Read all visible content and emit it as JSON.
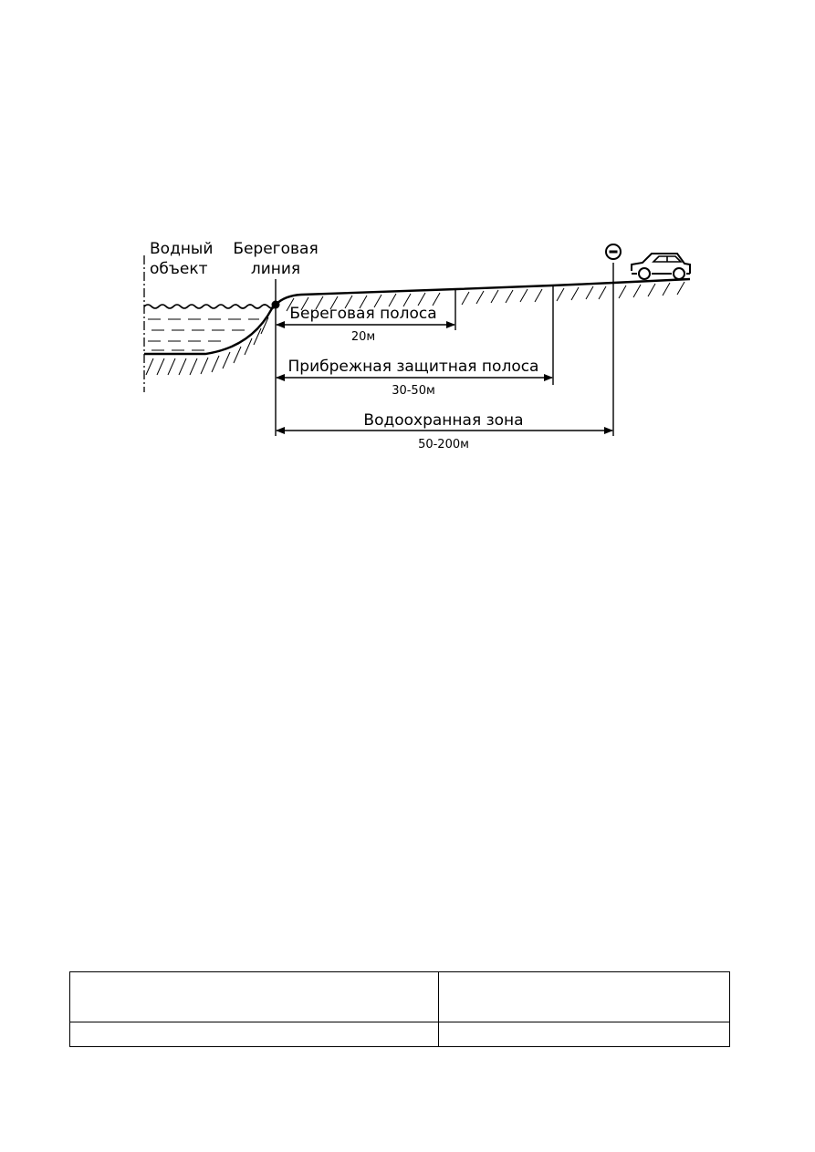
{
  "diagram": {
    "labels": {
      "water_body": [
        "Водный",
        "объект"
      ],
      "shoreline": [
        "Береговая",
        "линия"
      ]
    },
    "zones": [
      {
        "name": "Береговая полоса",
        "width": "20м"
      },
      {
        "name": "Прибрежная защитная полоса",
        "width": "30-50м"
      },
      {
        "name": "Водоохранная зона",
        "width": "50-200м"
      }
    ],
    "icons": [
      "no-entry-sign-icon",
      "car-icon"
    ]
  },
  "footer_table": {
    "rows": [
      [
        "",
        ""
      ],
      [
        "",
        ""
      ]
    ]
  }
}
